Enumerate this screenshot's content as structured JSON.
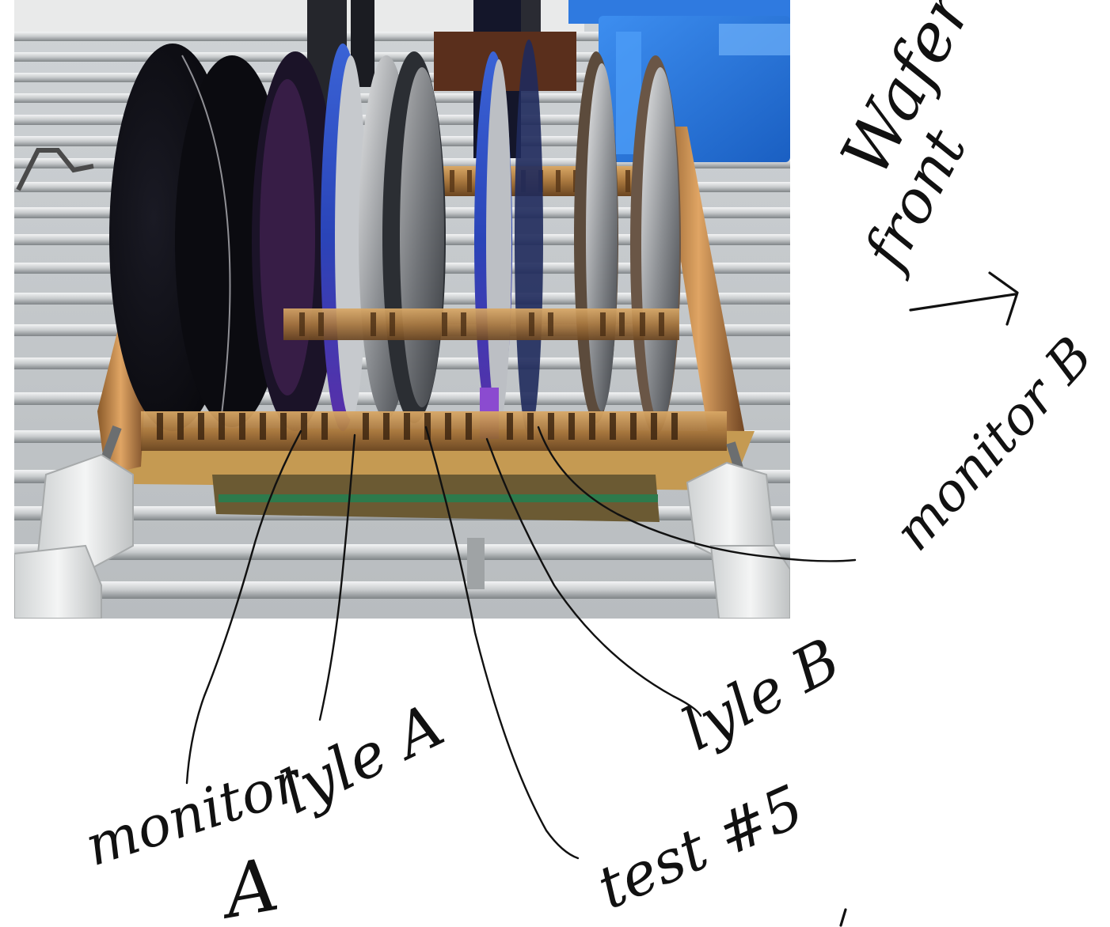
{
  "annotations": {
    "wafer_front": {
      "line1": "Wafer",
      "line2": "front"
    },
    "monitor_b": "monitor B",
    "lyle_b": "lyle B",
    "test_5": "test #5",
    "lyle_a": "lyle A",
    "monitor_a": {
      "line1": "monitor",
      "line2": "A"
    }
  }
}
